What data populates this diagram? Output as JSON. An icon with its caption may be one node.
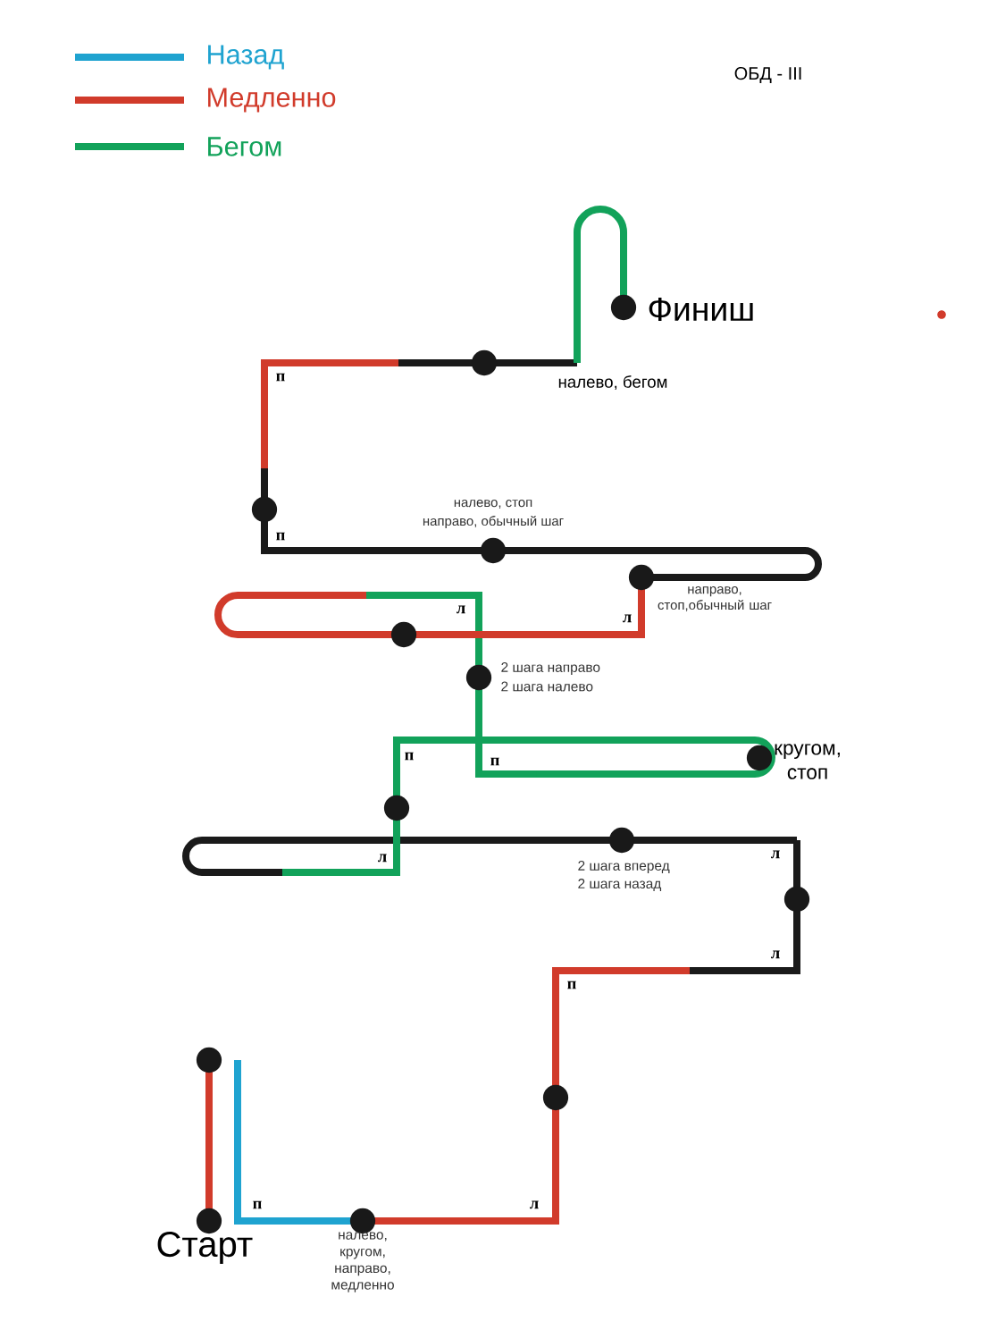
{
  "diagram": {
    "title": "ОБД - III",
    "labels": [
      "Финиш",
      "налево, бегом",
      "налево, стоп",
      "направо, обычный шаг",
      "п",
      "п",
      "направо, стоп,обычный шаг",
      "л",
      "л",
      "2 шага направо",
      "2 шага налево",
      "кругом, стоп",
      "п",
      "п",
      "л",
      "л",
      "2 шага вперед",
      "2 шага назад",
      "л",
      "п",
      "п",
      "л",
      "Старт",
      "налево, кругом, направо, медленно"
    ],
    "legend": [
      {
        "text": "Назад",
        "color": "#1fa3d0"
      },
      {
        "text": "Медленно",
        "color": "#d13b2b"
      },
      {
        "text": "Бегом",
        "color": "#12a25a"
      }
    ]
  }
}
